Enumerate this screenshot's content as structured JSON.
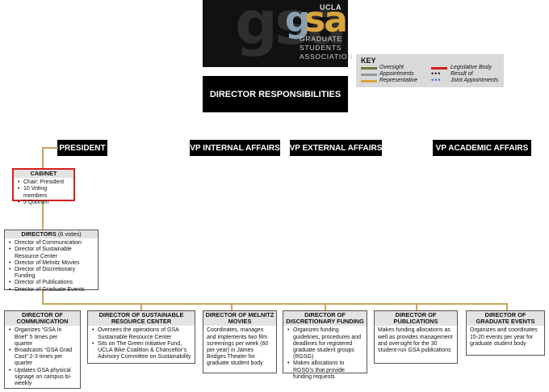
{
  "logo": {
    "ucla": "UCLA",
    "gsa_g": "g",
    "gsa_sa": "sa",
    "line1": "GRADUATE",
    "line2": "STUDENTS",
    "line3": "ASSOCIATION"
  },
  "title": "DIRECTOR RESPONSIBILITIES",
  "key": {
    "title": "KEY",
    "items": [
      {
        "label": "Oversight",
        "style": "line",
        "color": "#6b7a3a"
      },
      {
        "label": "Appointments",
        "style": "line",
        "color": "#8b9aa6"
      },
      {
        "label": "Representative",
        "style": "line",
        "color": "#d9a53c"
      },
      {
        "label": "Legislative Body",
        "style": "line",
        "color": "#d42020"
      },
      {
        "label": "Result of",
        "style": "dots",
        "color": "#222222"
      },
      {
        "label": "Joint Appointments",
        "style": "dots",
        "color": "#3a6fd0"
      }
    ]
  },
  "leaders": {
    "president": "PRESIDENT",
    "vp_internal": "VP INTERNAL AFFAIRS",
    "vp_external": "VP EXTERNAL AFFAIRS",
    "vp_academic": "VP ACADEMIC AFFAIRS"
  },
  "cabinet": {
    "title": "CABINET",
    "items": [
      "Chair: President",
      "10 Voting members",
      "5 Quorum"
    ]
  },
  "directors": {
    "title": "DIRECTORS",
    "subtitle": "(6 votes)",
    "items": [
      "Director of Communication",
      "Director of Sustainable Resource Center",
      "Director of Melnitz Movies",
      "Director of Discretionary Funding",
      "Director of Publications",
      "Director of Graduate Events"
    ]
  },
  "roles": {
    "communication": {
      "title": "DIRECTOR OF COMMUNICATION",
      "items": [
        "Organizes “GSA In Brief” 5 times per quarter",
        "Broadcasts “GSA Grad Cast” 2-3 times per quarter",
        "Updates GSA physical signage on campus bi-weekly"
      ]
    },
    "sustainable": {
      "title": "DIRECTOR OF SUSTAINABLE RESOURCE CENTER",
      "items": [
        "Oversees the operations of GSA Sustainable Resource Center",
        "Sits on The Green Initiative Fund, UCLA Bike Coalition & Chancellor’s Advisory Committee on Sustainability"
      ]
    },
    "melnitz": {
      "title": "DIRECTOR OF MELNITZ MOVIES",
      "text": "Coordinates, manages and implements two film screenings per week (60 per year) in James Bridges Theater for graduate student body"
    },
    "discretionary": {
      "title": "DIRECTOR OF DISCRETIONARY FUNDING",
      "items": [
        "Organizes funding guidelines, procedures and deadlines for registered graduate student groups (RGSG)",
        "Makes allocations to RGSG’s that provide funding requests"
      ]
    },
    "publications": {
      "title": "DIRECTOR OF PUBLICATIONS",
      "text": "Makes funding allocations as well as provides management and oversight for the 30 student-run GSA publications"
    },
    "events": {
      "title": "DIRECTOR OF GRADUATE EVENTS",
      "text": "Organizes and coordinates 15-20 events per year for graduate student body"
    }
  }
}
